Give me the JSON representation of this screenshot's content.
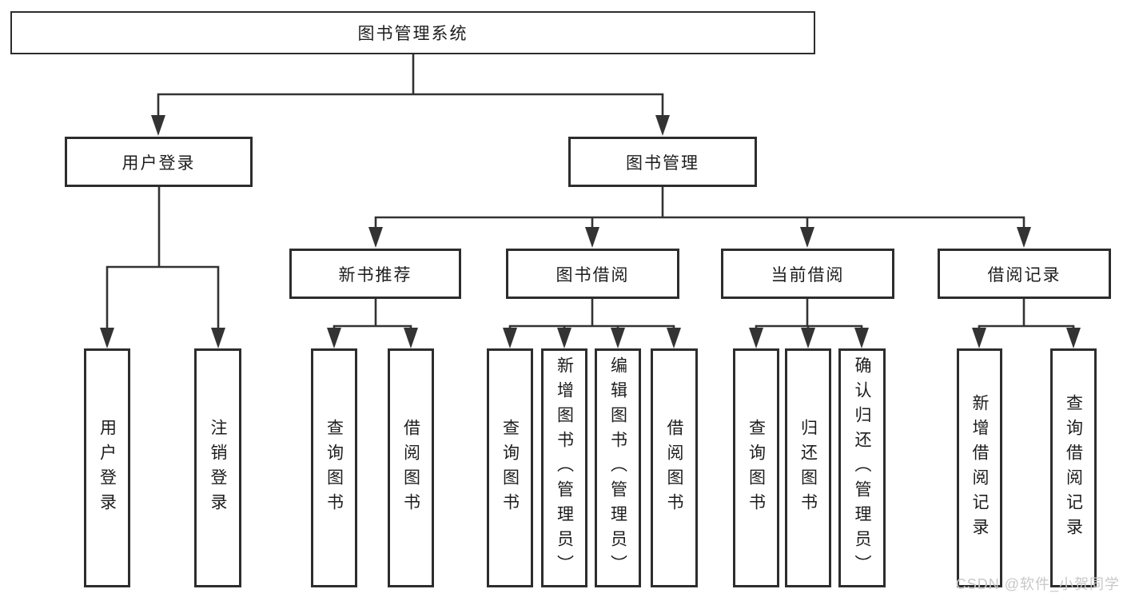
{
  "diagram": {
    "root_label": "图书管理系统",
    "branches": [
      {
        "label": "用户登录",
        "children": [
          {
            "label": "用户登录"
          },
          {
            "label": "注销登录"
          }
        ]
      },
      {
        "label": "图书管理",
        "children": [
          {
            "label": "新书推荐",
            "children": [
              {
                "label": "查询图书"
              },
              {
                "label": "借阅图书"
              }
            ]
          },
          {
            "label": "图书借阅",
            "children": [
              {
                "label": "查询图书"
              },
              {
                "label": "新增图书（管理员）"
              },
              {
                "label": "编辑图书（管理员）"
              },
              {
                "label": "借阅图书"
              }
            ]
          },
          {
            "label": "当前借阅",
            "children": [
              {
                "label": "查询图书"
              },
              {
                "label": "归还图书"
              },
              {
                "label": "确认归还（管理员）"
              }
            ]
          },
          {
            "label": "借阅记录",
            "children": [
              {
                "label": "新增借阅记录"
              },
              {
                "label": "查询借阅记录"
              }
            ]
          }
        ]
      }
    ]
  },
  "watermark": {
    "text": "CSDN @软件_小贺同学"
  },
  "colors": {
    "background": "#ffffff",
    "line": "#333333",
    "box_border": "#2d2d2d",
    "text": "#1d1d1d",
    "watermark": "#c8c8c8"
  }
}
